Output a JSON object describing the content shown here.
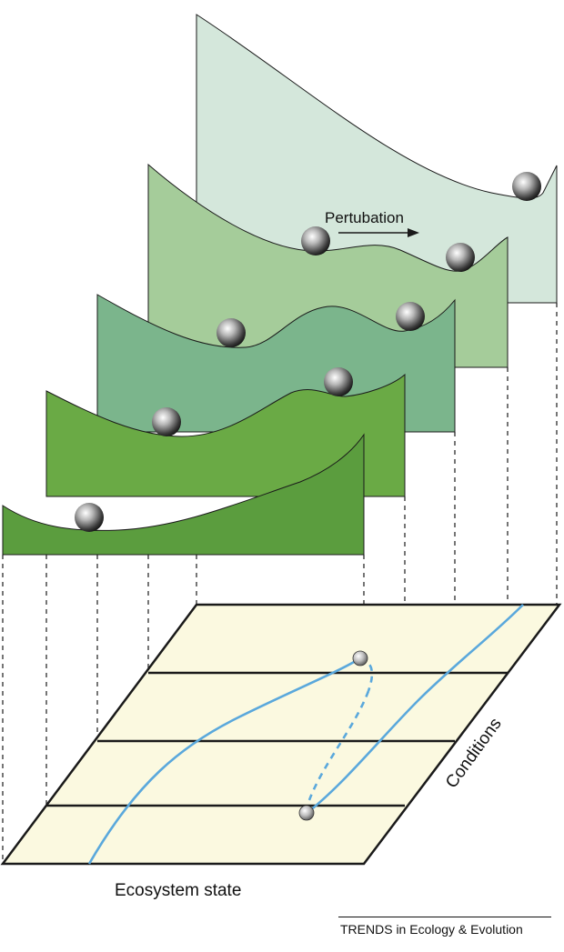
{
  "labels": {
    "perturbation": "Pertubation",
    "x_axis": "Ecosystem state",
    "y_axis": "Conditions",
    "credit": "TRENDS in Ecology & Evolution"
  },
  "colors": {
    "panel_1": "#d4e7db",
    "panel_2": "#a5cc9a",
    "panel_3": "#7bb58c",
    "panel_4": "#6aaa45",
    "panel_5": "#5b9d3e",
    "plane": "#fbf9e0",
    "curve": "#5aa8dc",
    "outline": "#1a1a1a"
  },
  "icons": [
    "ball-icon",
    "arrow-right-icon"
  ]
}
